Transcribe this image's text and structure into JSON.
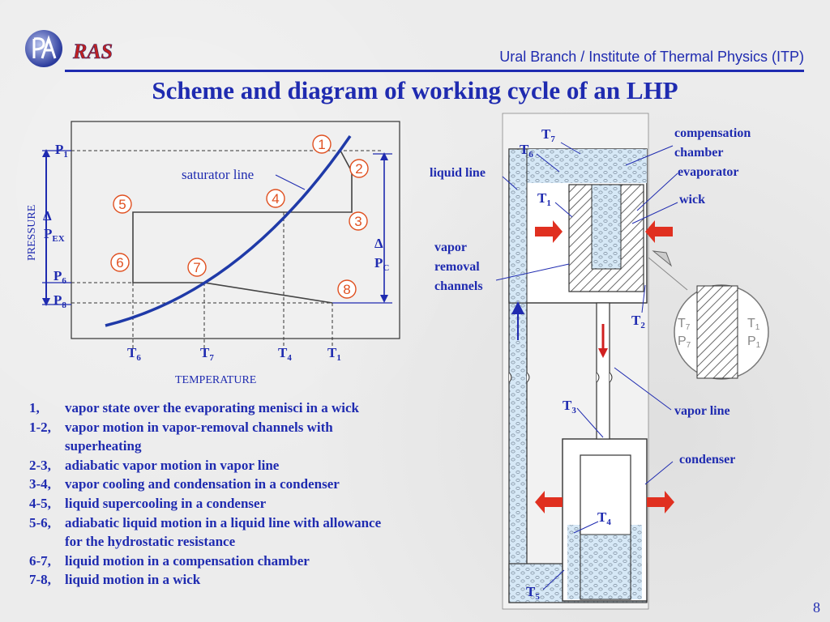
{
  "header": {
    "org": "Ural Branch / Institute of Thermal Physics (ITP)",
    "logo_text": "RAS"
  },
  "title": "Scheme and diagram of working cycle of an LHP",
  "pt_diagram": {
    "y_axis_label": "PRESSURE",
    "x_axis_label": "TEMPERATURE",
    "curve_label": "saturator line",
    "p1": "P",
    "p1_sub": "1",
    "p6": "P",
    "p6_sub": "6",
    "p8": "P",
    "p8_sub": "8",
    "dpex": "Δ",
    "dpex_p": "P",
    "dpex_sub": "EX",
    "dpc": "Δ",
    "dpc_p": "P",
    "dpc_sub": "C",
    "t6": "T",
    "t6_sub": "6",
    "t7": "T",
    "t7_sub": "7",
    "t4": "T",
    "t4_sub": "4",
    "t1": "T",
    "t1_sub": "1",
    "points": [
      "1",
      "2",
      "3",
      "4",
      "5",
      "6",
      "7",
      "8"
    ]
  },
  "scheme": {
    "t7": "T",
    "t7_sub": "7",
    "t6": "T",
    "t6_sub": "6",
    "t1": "T",
    "t1_sub": "1",
    "t2": "T",
    "t2_sub": "2",
    "t3": "T",
    "t3_sub": "3",
    "t4": "T",
    "t4_sub": "4",
    "t5": "T",
    "t5_sub": "5",
    "compensation_1": "compensation",
    "compensation_2": "chamber",
    "evaporator": "evaporator",
    "wick": "wick",
    "liquid_line": "liquid line",
    "vapor_1": "vapor",
    "vapor_2": "removal",
    "vapor_3": "channels",
    "vapor_line": "vapor line",
    "condenser": "condenser",
    "detail_t7": "T",
    "detail_t7_sub": "7",
    "detail_p7": "P",
    "detail_p7_sub": "7",
    "detail_t1": "T",
    "detail_t1_sub": "1",
    "detail_p1": "P",
    "detail_p1_sub": "1"
  },
  "legend": [
    {
      "key": "1,",
      "text": "vapor state over the evaporating menisci in a wick"
    },
    {
      "key": "1-2,",
      "text": "vapor motion in vapor-removal channels with",
      "cont": "superheating"
    },
    {
      "key": "2-3,",
      "text": "adiabatic vapor motion in vapor line"
    },
    {
      "key": "3-4,",
      "text": "vapor cooling and condensation in a condenser"
    },
    {
      "key": "4-5,",
      "text": "liquid supercooling in a condenser"
    },
    {
      "key": "5-6,",
      "text": "adiabatic liquid motion in a liquid line with allowance",
      "cont": "for the hydrostatic resistance"
    },
    {
      "key": "6-7,",
      "text": "liquid motion in a compensation chamber"
    },
    {
      "key": "7-8,",
      "text": "liquid motion in a wick"
    }
  ],
  "page_number": "8",
  "colors": {
    "accent": "#1f2bb0",
    "point_marker": "#e05020",
    "heat_arrow": "#e03020",
    "liquid": "#cfe4f5"
  }
}
